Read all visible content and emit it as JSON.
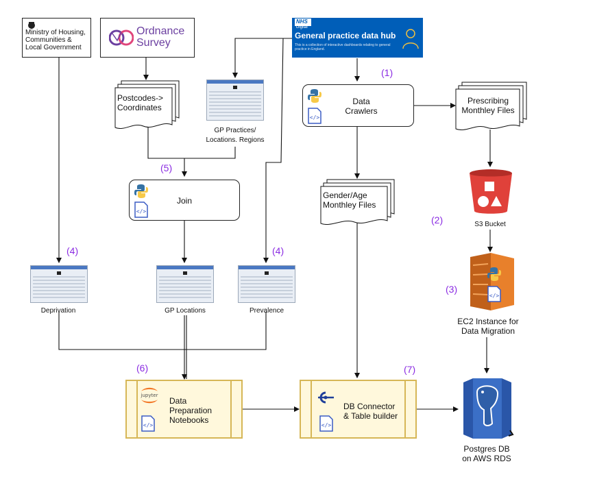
{
  "sources": {
    "mhclg": {
      "label": "Ministry of Housing,\nCommunities &\nLocal Government"
    },
    "os": {
      "label_line1": "Ordnance",
      "label_line2": "Survey"
    },
    "nhs": {
      "badge_top": "NHS",
      "badge_bottom": "Digital",
      "title": "General practice data hub",
      "subtitle": "This is a collection of interactive dashboards relating to general practice in England."
    }
  },
  "nodes": {
    "postcodes": "Postcodes->\nCoordinates",
    "gp_practices": "GP Practices/\nLocations. Regions",
    "data_crawlers": "Data\nCrawlers",
    "prescribing": "Prescribing\nMonthley Files",
    "gender_age": "Gender/Age\nMonthley Files",
    "join": "Join",
    "s3": "S3 Bucket",
    "ec2": "EC2 Instance for\nData Migration",
    "deprivation": "Deprivation",
    "gp_locations": "GP Locations",
    "prevalence": "Prevalence",
    "data_prep": "Data\nPreparation\nNotebooks",
    "db_connector": "DB Connector\n& Table builder",
    "postgres": "Postgres DB\non AWS RDS",
    "jupyter": "jupyter"
  },
  "steps": {
    "s1": "(1)",
    "s2": "(2)",
    "s3": "(3)",
    "s4a": "(4)",
    "s4b": "(4)",
    "s5": "(5)",
    "s6": "(6)",
    "s7": "(7)"
  },
  "colors": {
    "step_label": "#8a2be2",
    "nhs_blue": "#005eb8",
    "s3_red": "#e0413a",
    "aws_orange": "#e8802b",
    "rds_blue": "#3b6fc6",
    "python_blue": "#3572a5",
    "python_yellow": "#f7c948",
    "yellow_fill": "#fff8dc"
  }
}
